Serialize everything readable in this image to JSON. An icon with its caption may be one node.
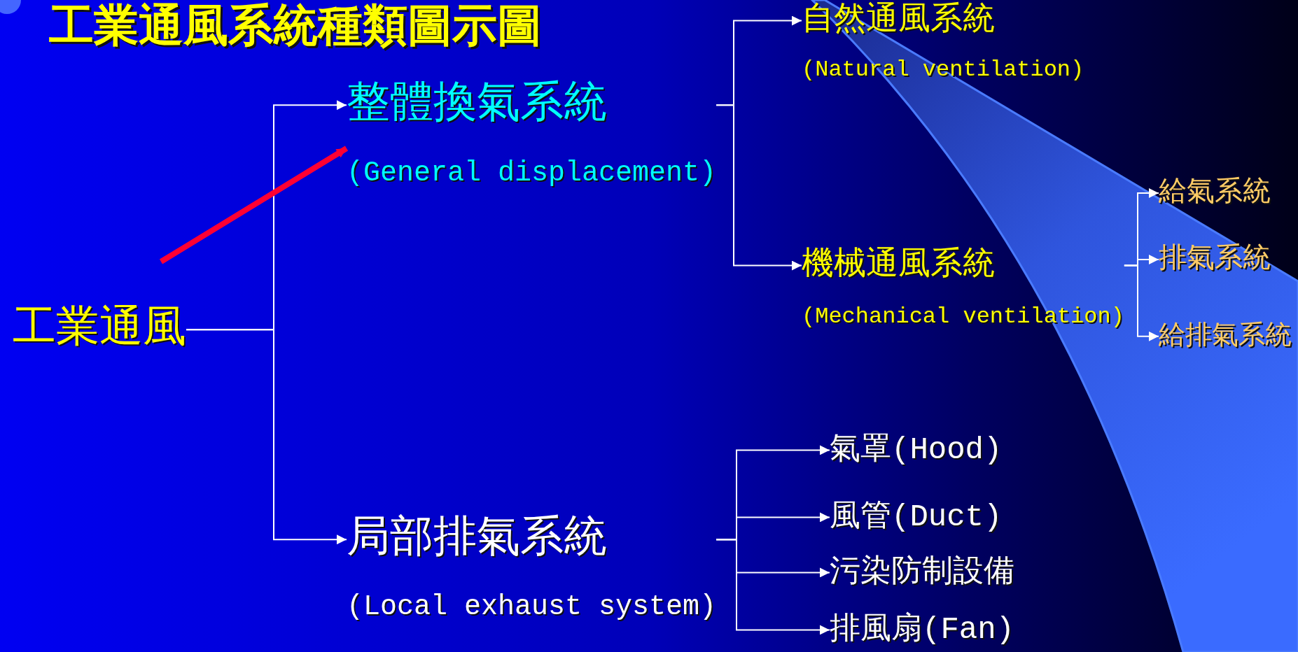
{
  "diagram": {
    "title": "工業通風系統種類圖示圖",
    "nodes": [
      {
        "text": [
          "工業通風"
        ]
      },
      {
        "text": [
          "整體換氣系統",
          "(General displacement)"
        ]
      },
      {
        "text": [
          "自然通風系統",
          "(Natural ventilation)"
        ]
      },
      {
        "text": [
          "機械通風系統",
          "(Mechanical ventilation)"
        ]
      },
      {
        "text": [
          "給氣系統"
        ]
      },
      {
        "text": [
          "排氣系統"
        ]
      },
      {
        "text": [
          "給排氣系統"
        ]
      },
      {
        "text": [
          "局部排氣系統",
          "(Local exhaust system)"
        ]
      },
      {
        "text": [
          "氣罩(Hood)"
        ]
      },
      {
        "text": [
          "風管(Duct)"
        ]
      },
      {
        "text": [
          "污染防制設備"
        ]
      },
      {
        "text": [
          "排風扇(Fan)"
        ]
      }
    ],
    "edges": [
      {
        "from": 0,
        "to": 1,
        "arrow": "to"
      },
      {
        "from": 0,
        "to": 7,
        "arrow": "to"
      },
      {
        "from": 1,
        "to": 2,
        "arrow": "to"
      },
      {
        "from": 1,
        "to": 3,
        "arrow": "to"
      },
      {
        "from": 3,
        "to": 4,
        "arrow": "to"
      },
      {
        "from": 3,
        "to": 5,
        "arrow": "to"
      },
      {
        "from": 3,
        "to": 6,
        "arrow": "to"
      },
      {
        "from": 7,
        "to": 8,
        "arrow": "to"
      },
      {
        "from": 7,
        "to": 9,
        "arrow": "to"
      },
      {
        "from": 7,
        "to": 10,
        "arrow": "to"
      },
      {
        "from": 7,
        "to": 11,
        "arrow": "to"
      },
      {
        "from": null,
        "to": 1,
        "arrow": "to",
        "style": "thick",
        "color": "#ff0033"
      }
    ]
  }
}
